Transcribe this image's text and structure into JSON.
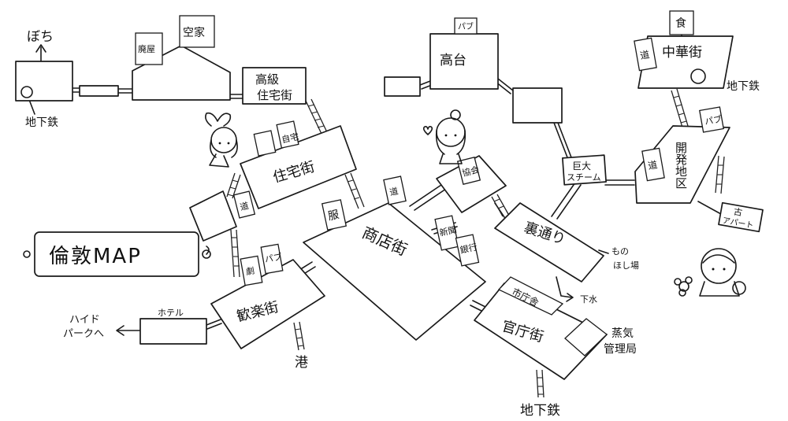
{
  "map": {
    "title": "倫敦MAP",
    "labels": {
      "bochi": "ぼち",
      "subway_nw": "地下鉄",
      "akiya": "空家",
      "haioku": "廃屋",
      "koukyu_1": "高級",
      "koukyu_2": "住宅街",
      "jutaku": "住宅街",
      "jitaku": "自宅",
      "kodai": "高台",
      "pub_kodai": "パブ",
      "kyoukai": "協会",
      "shoku": "食",
      "chuka": "中華街",
      "michi_chuka": "道",
      "subway_ne": "地下鉄",
      "pub_kaihatsu": "パブ",
      "kaihatsu": "開発地区",
      "michi_kaihatsu": "道",
      "kyodai_1": "巨大",
      "kyodai_2": "スチーム",
      "old_apart_1": "古",
      "old_apart_2": "アパート",
      "michi_left": "道",
      "fuku": "服",
      "michi_shoten": "道",
      "shotengai": "商店街",
      "shinbun": "新聞",
      "ginko": "銀行",
      "uradori": "裏通り",
      "monohoshi_1": "もの",
      "monohoshi_2": "ほし場",
      "gesui": "下水",
      "geki": "劇",
      "pub_kanraku": "パブ",
      "kanraku": "歓楽街",
      "hotel": "ホテル",
      "hyde_1": "ハイド",
      "hyde_2": "パークへ",
      "minato": "港",
      "shichosha": "市庁舎",
      "kanchou": "官庁街",
      "jouki_1": "蒸気",
      "jouki_2": "管理局",
      "subway_s": "地下鉄"
    }
  }
}
